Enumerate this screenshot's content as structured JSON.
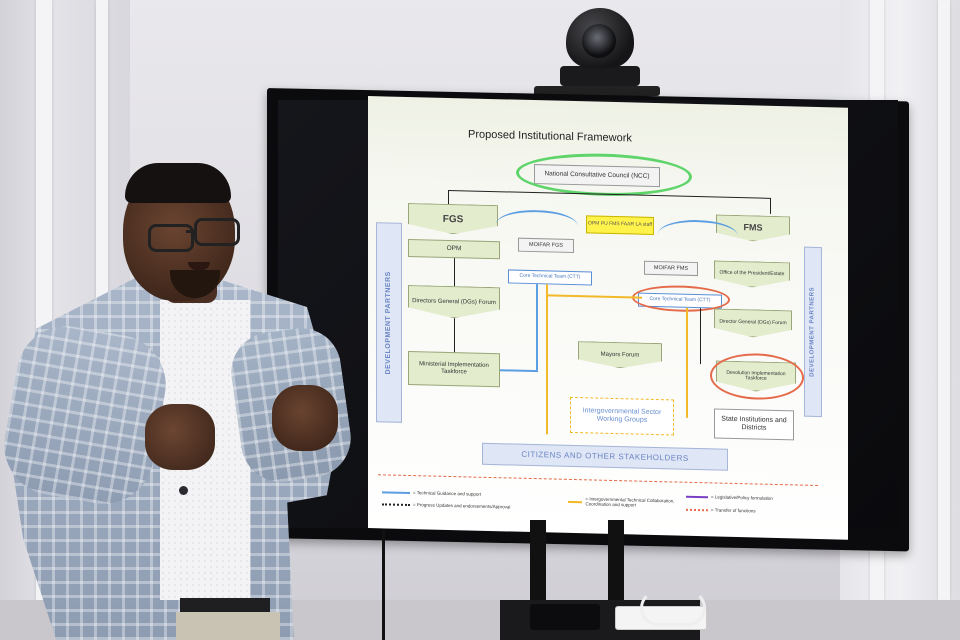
{
  "slide": {
    "title": "Proposed Institutional Framework",
    "ncc": "National Consultative Council (NCC)",
    "fgs": "FGS",
    "fms": "FMS",
    "opm_staff": "OPM PU FMS FAAR LA staff",
    "opm": "OPM",
    "moifar_fgs": "MOIFAR FGS",
    "moifar_fms": "MOIFAR FMS",
    "office_president": "Office of the President/Estate",
    "ctt_fgs": "Core Technical Team (CTT)",
    "ctt_fms": "Core Technical Team (CTT)",
    "dg_forum_fgs": "Directors General (DGs) Forum",
    "dg_forum_fms": "Director General (DGs) Forum",
    "ministerial_taskforce": "Ministerial Implementation Taskforce",
    "mayors_forum": "Mayors Forum",
    "devolution_taskforce": "Devolution Implementation Taskforce",
    "intergov_swg": "Intergovernmental Sector Working Groups",
    "state_institutions": "State Institutions and Districts",
    "dev_partners_left": "DEVELOPMENT PARTNERS",
    "dev_partners_right": "DEVELOPMENT PARTNERS",
    "citizens": "CITIZENS AND OTHER STAKEHOLDERS",
    "legend": [
      {
        "label": "= Technical Guidance and support",
        "color": "#5b9ee2"
      },
      {
        "label": "= Progress Updates and endorsements/Approval",
        "color": "#222222"
      },
      {
        "label": "= Intergovernmental Technical Collaboration, Coordination and support",
        "color": "#f2b928"
      },
      {
        "label": "= Legislative/Policy formulation",
        "color": "#7a3fc2"
      },
      {
        "label": "= Transfer of functions",
        "color": "#e46a4a"
      }
    ]
  }
}
